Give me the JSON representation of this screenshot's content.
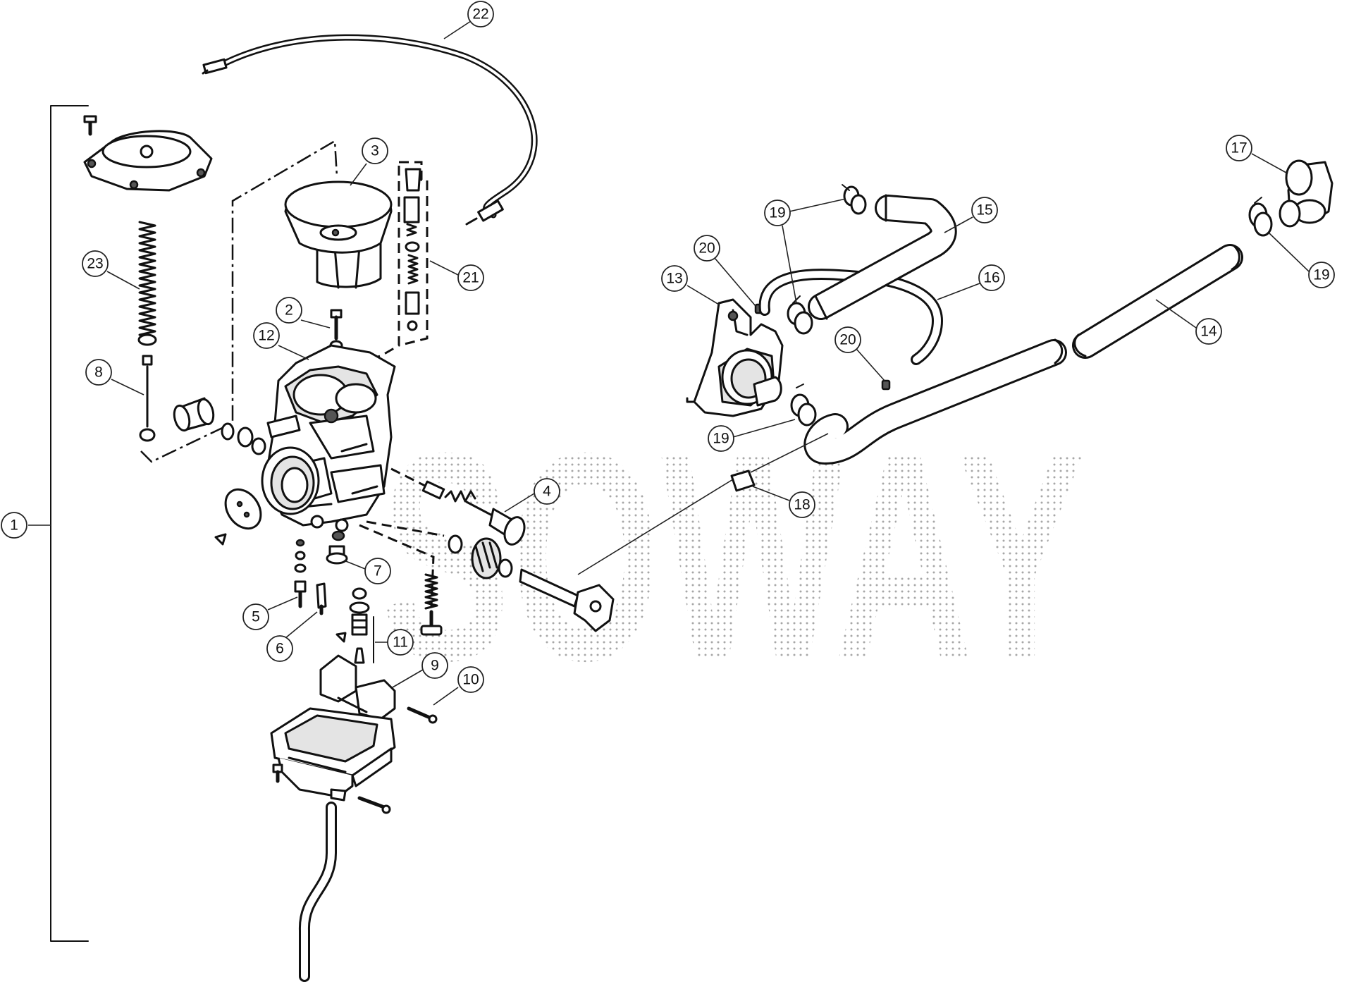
{
  "callouts": [
    {
      "id": "1",
      "label": "1"
    },
    {
      "id": "2",
      "label": "2"
    },
    {
      "id": "3",
      "label": "3"
    },
    {
      "id": "4",
      "label": "4"
    },
    {
      "id": "5",
      "label": "5"
    },
    {
      "id": "6",
      "label": "6"
    },
    {
      "id": "7",
      "label": "7"
    },
    {
      "id": "8",
      "label": "8"
    },
    {
      "id": "9",
      "label": "9"
    },
    {
      "id": "10",
      "label": "10"
    },
    {
      "id": "11",
      "label": "11"
    },
    {
      "id": "12",
      "label": "12"
    },
    {
      "id": "13",
      "label": "13"
    },
    {
      "id": "14",
      "label": "14"
    },
    {
      "id": "15",
      "label": "15"
    },
    {
      "id": "16",
      "label": "16"
    },
    {
      "id": "17",
      "label": "17"
    },
    {
      "id": "18",
      "label": "18"
    },
    {
      "id": "19a",
      "label": "19"
    },
    {
      "id": "19b",
      "label": "19"
    },
    {
      "id": "19c",
      "label": "19"
    },
    {
      "id": "20a",
      "label": "20"
    },
    {
      "id": "20b",
      "label": "20"
    },
    {
      "id": "21",
      "label": "21"
    },
    {
      "id": "22",
      "label": "22"
    },
    {
      "id": "23",
      "label": "23"
    }
  ],
  "watermark": {
    "text": "SOWAY",
    "color": "#9a9a9a"
  },
  "colors": {
    "line": "#111111",
    "background": "#ffffff"
  }
}
